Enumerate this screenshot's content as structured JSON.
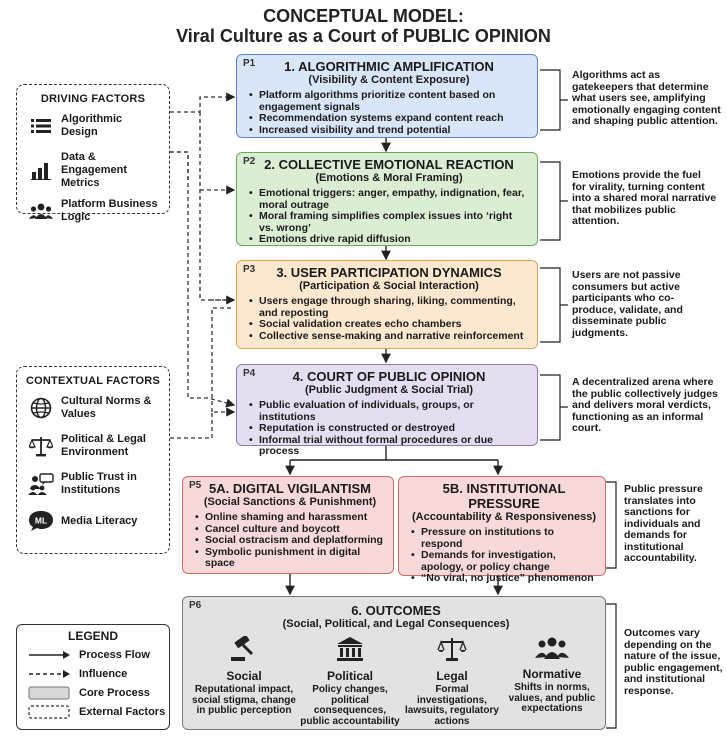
{
  "title": {
    "line1": "CONCEPTUAL MODEL:",
    "line2": "Viral Culture as a Court of PUBLIC OPINION"
  },
  "driving_factors": {
    "title": "DRIVING FACTORS",
    "items": [
      {
        "label": "Algorithmic Design",
        "icon": "list-icon"
      },
      {
        "label": "Data & Engagement Metrics",
        "icon": "bar-chart-icon"
      },
      {
        "label": "Platform Business Logic",
        "icon": "people-icon"
      }
    ]
  },
  "contextual_factors": {
    "title": "CONTEXTUAL FACTORS",
    "items": [
      {
        "label": "Cultural Norms & Values",
        "icon": "globe-icon"
      },
      {
        "label": "Political & Legal Environment",
        "icon": "scales-icon"
      },
      {
        "label": "Public Trust in Institutions",
        "icon": "group-chat-icon"
      },
      {
        "label": "Media Literacy",
        "icon": "ml-icon",
        "badge": "ML"
      }
    ]
  },
  "process": {
    "p1": {
      "tag": "P1",
      "title": "1. ALGORITHMIC AMPLIFICATION",
      "subtitle": "(Visibility & Content Exposure)",
      "bullets": [
        "Platform algorithms prioritize content based on engagement signals",
        "Recommendation systems expand content reach",
        "Increased visibility and trend potential"
      ],
      "note": "Algorithms act as gatekeepers that determine what users see, amplifying emotionally engaging content and shaping public attention."
    },
    "p2": {
      "tag": "P2",
      "title": "2. COLLECTIVE EMOTIONAL REACTION",
      "subtitle": "(Emotions & Moral Framing)",
      "bullets": [
        "Emotional triggers: anger, empathy, indignation, fear, moral outrage",
        "Moral framing simplifies complex issues into ‘right vs. wrong’",
        "Emotions drive rapid diffusion"
      ],
      "note": "Emotions provide the fuel for virality, turning content into a shared moral narrative that mobilizes public attention."
    },
    "p3": {
      "tag": "P3",
      "title": "3. USER PARTICIPATION DYNAMICS",
      "subtitle": "(Participation & Social Interaction)",
      "bullets": [
        "Users engage through sharing, liking, commenting, and reposting",
        "Social validation creates echo chambers",
        "Collective sense-making and narrative reinforcement"
      ],
      "note": "Users are not passive consumers but active participants who co-produce, validate, and disseminate public judgments."
    },
    "p4": {
      "tag": "P4",
      "title": "4. COURT OF PUBLIC OPINION",
      "subtitle": "(Public Judgment & Social Trial)",
      "bullets": [
        "Public evaluation of individuals, groups, or institutions",
        "Reputation is constructed or destroyed",
        "Informal trial without formal procedures or due process"
      ],
      "note": "A decentralized arena where the public collectively judges and delivers moral verdicts, functioning as an informal court."
    },
    "p5a": {
      "tag": "P5",
      "title": "5A. DIGITAL VIGILANTISM",
      "subtitle": "(Social Sanctions & Punishment)",
      "bullets": [
        "Online shaming and harassment",
        "Cancel culture and boycott",
        "Social ostracism and deplatforming",
        "Symbolic punishment in digital space"
      ]
    },
    "p5b": {
      "title": "5B. INSTITUTIONAL PRESSURE",
      "subtitle": "(Accountability & Responsiveness)",
      "bullets": [
        "Pressure on institutions to respond",
        "Demands for investigation, apology, or policy change",
        "“No viral, no justice” phenomenon"
      ],
      "note": "Public pressure translates into sanctions for individuals and demands for institutional accountability."
    },
    "p6": {
      "tag": "P6",
      "title": "6. OUTCOMES",
      "subtitle": "(Social, Political, and Legal Consequences)",
      "outcomes": [
        {
          "title": "Social",
          "icon": "gavel-icon",
          "desc": "Reputational impact, social stigma, change in public perception"
        },
        {
          "title": "Political",
          "icon": "government-building-icon",
          "desc": "Policy changes, political consequences, public accountability"
        },
        {
          "title": "Legal",
          "icon": "scales-icon",
          "desc": "Formal investigations, lawsuits, regulatory actions"
        },
        {
          "title": "Normative",
          "icon": "people-group-icon",
          "desc": "Shifts in norms, values, and public expectations"
        }
      ],
      "note": "Outcomes vary depending on the nature of the issue, public engagement, and institutional response."
    }
  },
  "legend": {
    "title": "LEGEND",
    "items": [
      {
        "label": "Process Flow"
      },
      {
        "label": "Influence"
      },
      {
        "label": "Core Process"
      },
      {
        "label": "External Factors"
      }
    ]
  }
}
